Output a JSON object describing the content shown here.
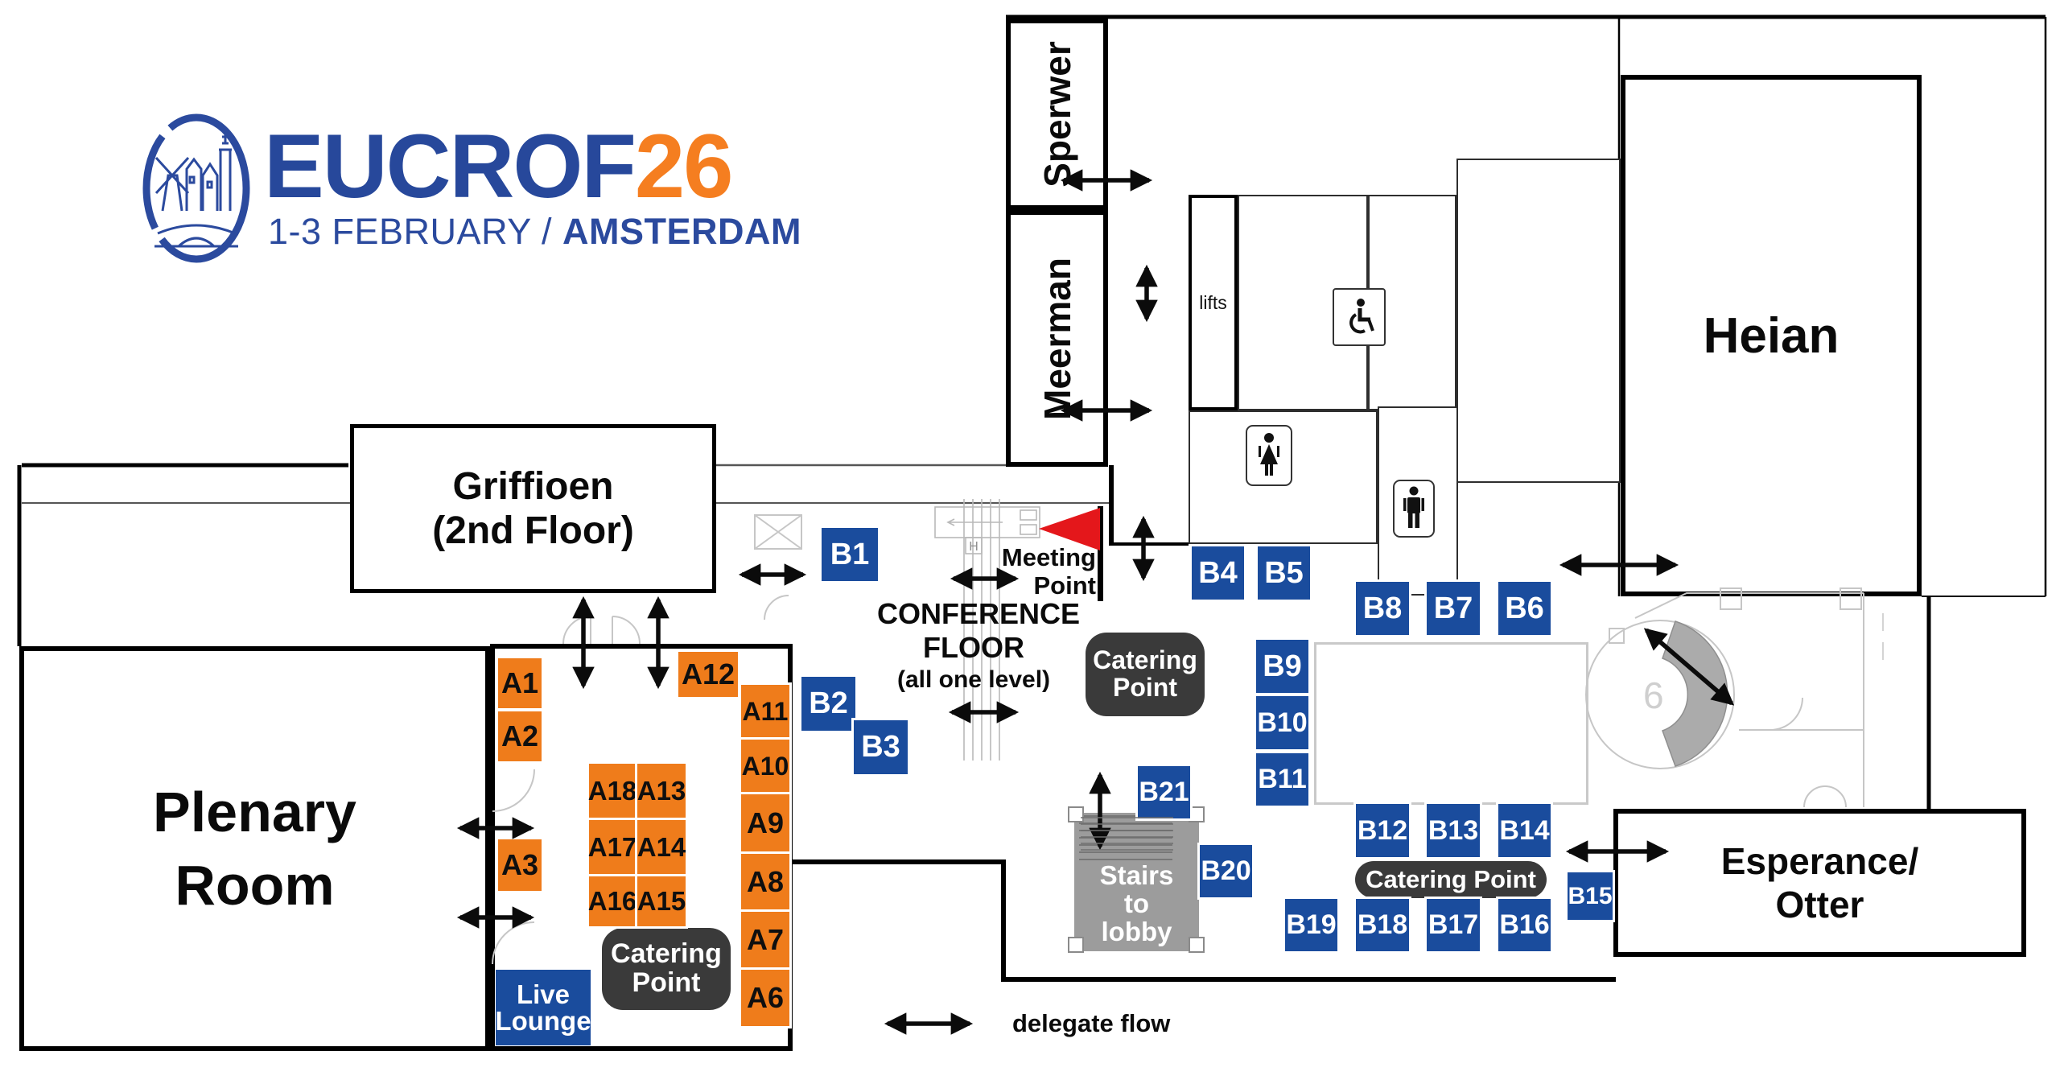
{
  "logo": {
    "title_main": "EUCROF",
    "title_year": "26",
    "subtitle_left": "1-3 FEBRUARY / ",
    "subtitle_right": "AMSTERDAM",
    "blue": "#27489B",
    "orange": "#F57E20"
  },
  "rooms": {
    "sperwer": "Sperwer",
    "meerman": "Meerman",
    "griffioen_line1": "Griffioen",
    "griffioen_line2": "(2nd Floor)",
    "heian": "Heian",
    "plenary_line1": "Plenary",
    "plenary_line2": "Room",
    "esperance_line1": "Esperance/",
    "esperance_line2": "Otter",
    "lifts": "lifts"
  },
  "labels": {
    "conference_line1": "CONFERENCE",
    "conference_line2": "FLOOR",
    "conference_line3": "(all one level)",
    "meeting_line1": "Meeting",
    "meeting_line2": "Point",
    "stairs_line1": "Stairs",
    "stairs_line2": "to",
    "stairs_line3": "lobby",
    "live_line1": "Live",
    "live_line2": "Lounge",
    "catering_line1": "Catering",
    "catering_line2": "Point",
    "catering_single": "Catering Point",
    "delegate_flow": "delegate flow",
    "turnstile_h": "H",
    "spiral_number": "6"
  },
  "booths": {
    "a": [
      "A1",
      "A2",
      "A3",
      "A12",
      "A11",
      "A10",
      "A9",
      "A8",
      "A7",
      "A6",
      "A18",
      "A13",
      "A17",
      "A14",
      "A16",
      "A15"
    ],
    "b": [
      "B1",
      "B2",
      "B3",
      "B4",
      "B5",
      "B6",
      "B7",
      "B8",
      "B9",
      "B10",
      "B11",
      "B12",
      "B13",
      "B14",
      "B15",
      "B16",
      "B17",
      "B18",
      "B19",
      "B20",
      "B21"
    ]
  },
  "colors": {
    "booth_blue": "#1A4C9D",
    "booth_orange": "#EF7C1B",
    "catering_dark": "#3A3A3A",
    "stairs_gray": "#9C9C9C",
    "flag_red": "#E4171B",
    "wall_black": "#000000"
  }
}
